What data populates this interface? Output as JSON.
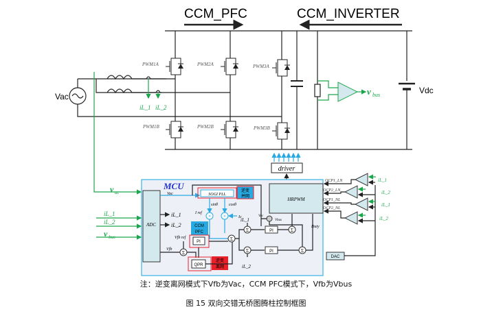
{
  "header": {
    "pfc_label": "CCM_PFC",
    "inverter_label": "CCM_INVERTER"
  },
  "power_stage": {
    "source": "Vac",
    "dc_source": "Vdc",
    "bus_voltage": "v",
    "bus_voltage_sub": "bus",
    "switches": [
      "PWM1A",
      "PWM2A",
      "PWM3A",
      "PWM1B",
      "PWM2B",
      "PWM3B"
    ],
    "currents": [
      "iL_1",
      "iL_2"
    ],
    "driver": "driver"
  },
  "mcu": {
    "title": "MCU",
    "adc": "ADC",
    "hrpwm": "HRPWM",
    "dac": "DAC",
    "inputs": {
      "vac": "v",
      "vac_sub": "ac",
      "il1": "iL_1",
      "il2": "iL_2",
      "vbus": "v",
      "vbus_sub": "bus"
    },
    "adc_outputs": [
      "iL_1",
      "iL_2"
    ],
    "sogi": "SOGI PLL",
    "grid_tied": "逆变\n并网",
    "grid_tied_1": "逆变",
    "grid_tied_2": "并网",
    "off_grid_1": "逆变",
    "off_grid_2": "离网",
    "ccm_pfc_1": "CCM",
    "ccm_pfc_2": "PFC",
    "labels": {
      "vac": "Vac",
      "sin": "sinθ",
      "cos": "cosθ",
      "iref": "I ref",
      "ic": "Ic",
      "vfb_ref": "Vfb ref",
      "vfb": "Vfb",
      "vbus": "Vbus",
      "duty": "Duty",
      "il1": "iL_1",
      "il2": "iL_2"
    },
    "pi": "PI",
    "qpr": "QPR",
    "sum": "Σ",
    "ocp": [
      "OCP1_LN",
      "OCP2_LN",
      "OCP1_NL",
      "OCP2_NL"
    ],
    "comp_inputs": [
      "iL_1",
      "iL_2",
      "iL_1",
      "iL_2"
    ]
  },
  "colors": {
    "accent_blue": "#29a9e1",
    "green": "#1aa64a",
    "red": "#e8202a",
    "box_fill": "#d4e9ee"
  },
  "note": "注：逆变离网模式下Vfb为Vac，CCM PFC模式下，Vfb为Vbus",
  "caption": "图 15 双向交错无桥图腾柱控制框图"
}
